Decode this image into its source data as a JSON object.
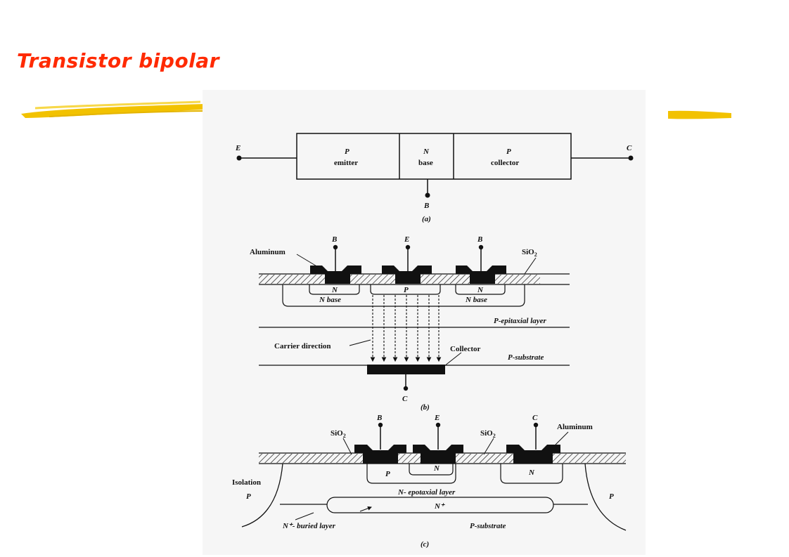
{
  "slide": {
    "title": "Transistor bipolar"
  },
  "colors": {
    "title": "#ff2a00",
    "brush": "#f2c200",
    "ink": "#111111"
  },
  "diagram_a": {
    "terminal_e": "E",
    "terminal_c": "C",
    "terminal_b": "B",
    "p1_letter": "P",
    "p1_word": "emitter",
    "n_letter": "N",
    "n_word": "base",
    "p2_letter": "P",
    "p2_word": "collector",
    "caption": "(a)"
  },
  "diagram_b": {
    "b1": "B",
    "e": "E",
    "b2": "B",
    "aluminum": "Aluminum",
    "sio2": "SiO",
    "n_left": "N",
    "p_center": "P",
    "n_right": "N",
    "nbase_left": "N base",
    "nbase_right": "N base",
    "epitaxial": "P-epitaxial layer",
    "carrier": "Carrier direction",
    "collector": "Collector",
    "substrate": "P-substrate",
    "c": "C",
    "caption": "(b)"
  },
  "diagram_c": {
    "b": "B",
    "e": "E",
    "c": "C",
    "sio2_left": "SiO",
    "sio2_right": "SiO",
    "aluminum": "Aluminum",
    "p_region": "P",
    "n_emitter": "N",
    "n_collector": "N",
    "isolation": "Isolation",
    "p_left": "P",
    "p_right": "P",
    "n_epitaxial": "N- epotaxial layer",
    "n_plus": "N⁺",
    "buried": "N⁺- buried layer",
    "substrate": "P-substrate",
    "caption": "(c)"
  }
}
